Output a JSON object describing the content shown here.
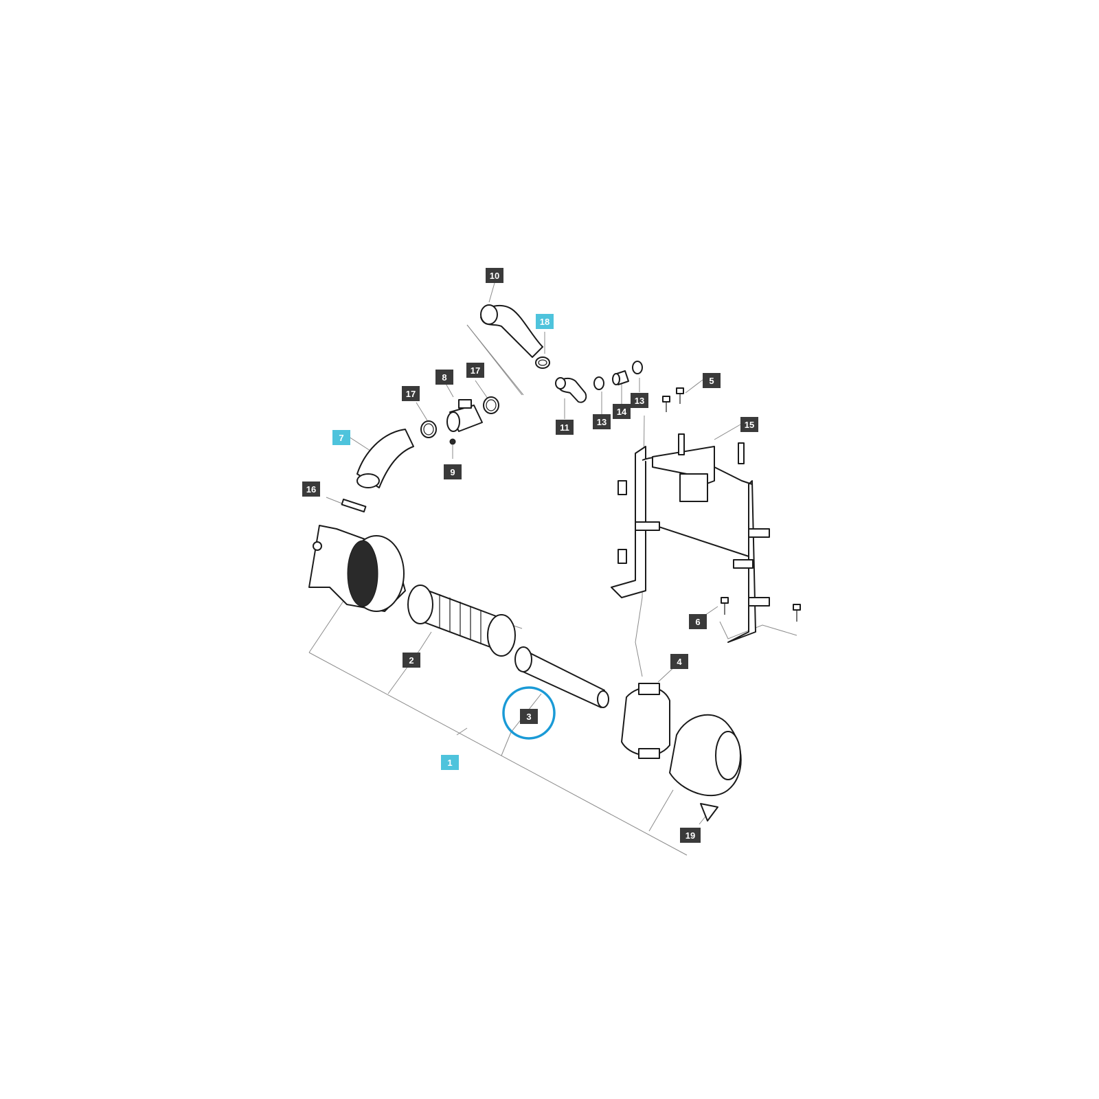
{
  "diagram": {
    "colors": {
      "callout_default": "#3a3a3a",
      "callout_highlight": "#4ec3dc",
      "selection_ring": "#1a9ad6",
      "leader": "#8a8a8a"
    },
    "callouts": {
      "c10": "10",
      "c18": "18",
      "c8": "8",
      "c17a": "17",
      "c17b": "17",
      "c7": "7",
      "c9": "9",
      "c11": "11",
      "c13a": "13",
      "c14": "14",
      "c13b": "13",
      "c5": "5",
      "c15": "15",
      "c16": "16",
      "c6": "6",
      "c4": "4",
      "c2": "2",
      "c3": "3",
      "c1": "1",
      "c19": "19"
    },
    "highlighted_callouts": [
      "7",
      "18",
      "1"
    ],
    "selected_callout": "3"
  }
}
